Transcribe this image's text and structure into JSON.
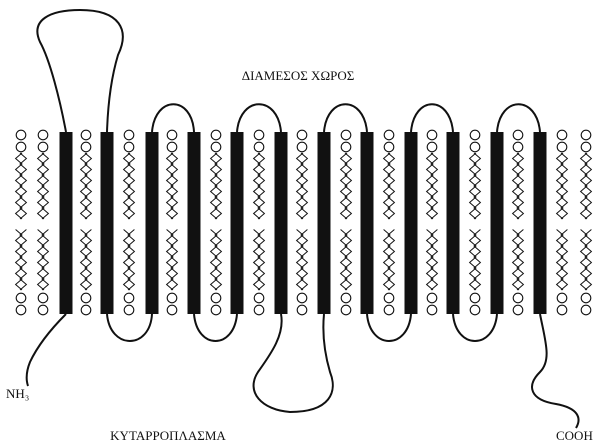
{
  "labels": {
    "extracellular": "ΔΙΑΜΕΣΟΣ ΧΩΡΟΣ",
    "cytoplasm": "ΚΥΤΑΡΡΟΠΛΑΣΜΑ",
    "n_terminus": "NH₃",
    "c_terminus": "COOH"
  },
  "membrane": {
    "transmembrane_segments": 12,
    "phospholipid_layers": 2
  }
}
